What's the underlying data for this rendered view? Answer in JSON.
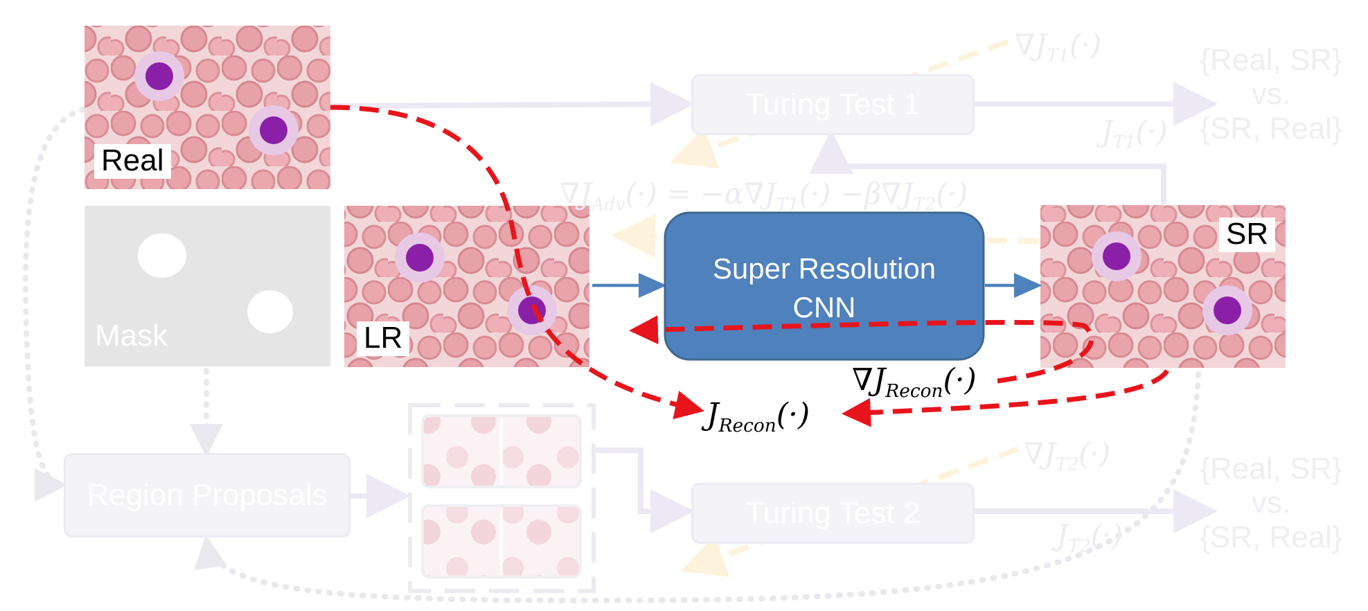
{
  "images": {
    "real": {
      "label": "Real"
    },
    "mask": {
      "label": "Mask"
    },
    "lr": {
      "label": "LR"
    },
    "sr": {
      "label": "SR"
    }
  },
  "cnn": {
    "line1": "Super Resolution",
    "line2": "CNN",
    "fill": "#4f81bd",
    "stroke": "#41688f"
  },
  "turing_test_1": {
    "label": "Turing Test 1"
  },
  "turing_test_2": {
    "label": "Turing Test 2"
  },
  "region_proposals": {
    "label": "Region Proposals"
  },
  "outputs": {
    "top": {
      "line1": "{Real, SR}",
      "line2": "vs.",
      "line3": "{SR, Real}"
    },
    "bottom": {
      "line1": "{Real, SR}",
      "line2": "vs.",
      "line3": "{SR, Real}"
    }
  },
  "math": {
    "grad_jt1": "∇J_T1(·)",
    "jt1": "J_T1(·)",
    "grad_jt2": "∇J_T2(·)",
    "jt2": "J_T2(·)",
    "grad_jadv": "∇J_Adv(·) = −α∇J_T1(·) −β∇J_T2(·)",
    "grad_jrecon": "∇J_Recon(·)",
    "jrecon": "J_Recon(·)"
  },
  "colors": {
    "recon_path": "#e8141b",
    "main_arrow": "#4f81bd",
    "faded_arrow": "#ece9f5",
    "faded_gradient": "#fdf3dc",
    "faded_dotted": "#e8e8ee"
  }
}
